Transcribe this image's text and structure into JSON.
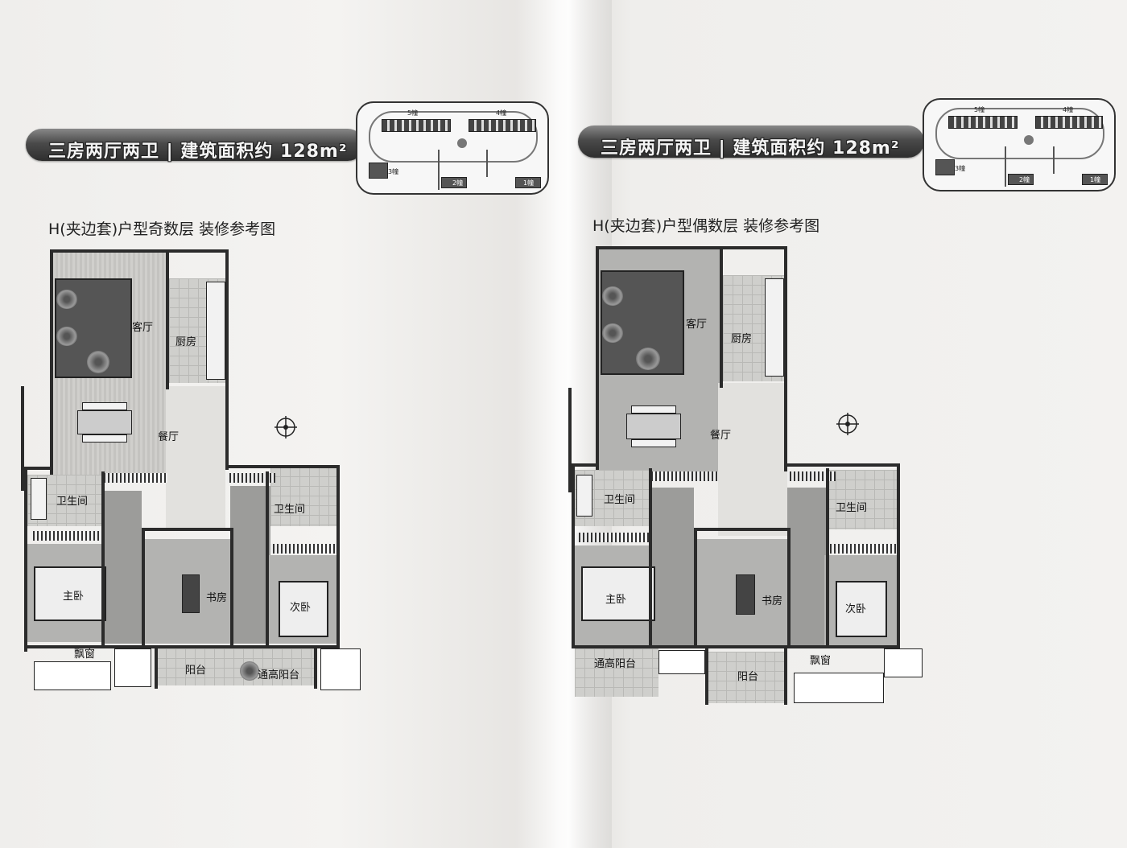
{
  "pages": [
    {
      "banner": "三房两厅两卫 | 建筑面积约 128m²",
      "caption": "H(夹边套)户型奇数层 装修参考图",
      "siteplan": {
        "labels": [
          "5幢",
          "4幢",
          "3幢",
          "2幢",
          "1幢"
        ]
      },
      "rooms": {
        "living": "客厅",
        "kitchen": "厨房",
        "dining": "餐厅",
        "bath_left": "卫生间",
        "bath_right": "卫生间",
        "master": "主卧",
        "study": "书房",
        "second": "次卧",
        "bay": "飘窗",
        "balcony": "阳台",
        "high_balcony": "通高阳台"
      }
    },
    {
      "banner": "三房两厅两卫 | 建筑面积约 128m²",
      "caption": "H(夹边套)户型偶数层 装修参考图",
      "siteplan": {
        "labels": [
          "5幢",
          "4幢",
          "3幢",
          "2幢",
          "1幢"
        ]
      },
      "rooms": {
        "living": "客厅",
        "kitchen": "厨房",
        "dining": "餐厅",
        "bath_left": "卫生间",
        "bath_right": "卫生间",
        "master": "主卧",
        "study": "书房",
        "second": "次卧",
        "bay": "飘窗",
        "balcony": "阳台",
        "high_balcony": "通高阳台"
      }
    }
  ]
}
